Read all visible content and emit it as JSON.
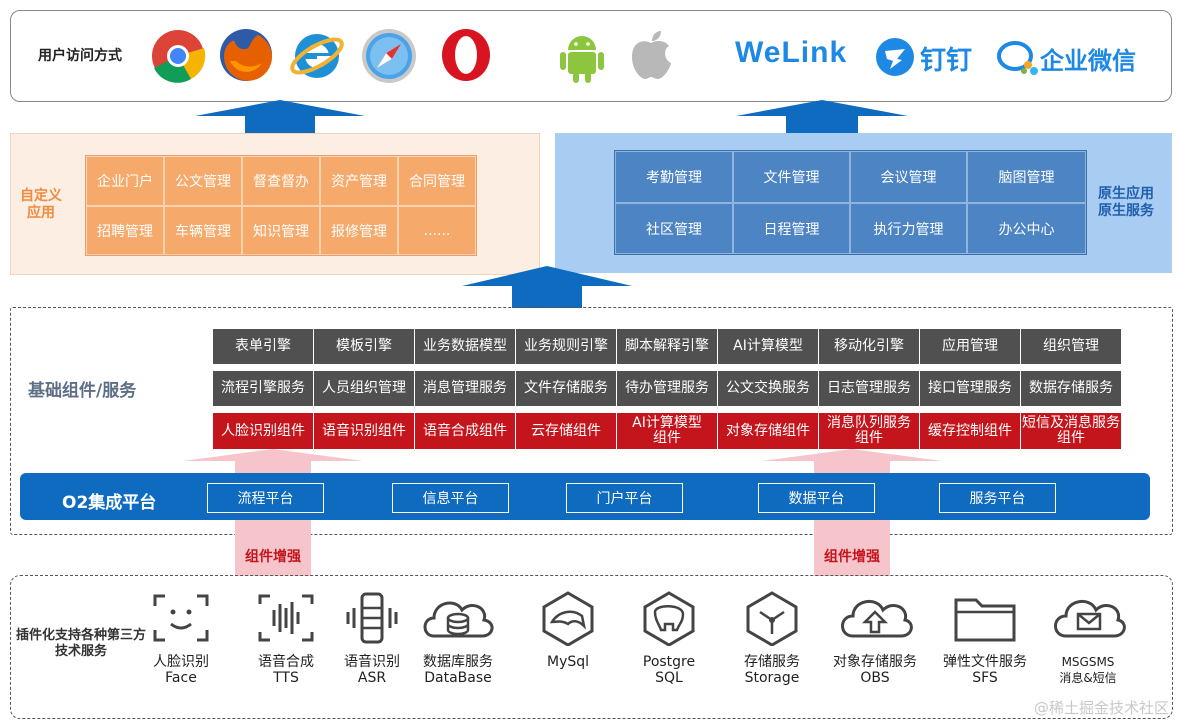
{
  "top": {
    "label": "用户访问方式",
    "browsers": [
      "chrome-icon",
      "firefox-icon",
      "ie-icon",
      "safari-icon",
      "opera-icon"
    ],
    "platforms": [
      "android-icon",
      "apple-icon"
    ],
    "apps": {
      "welink": "WeLink",
      "dingtalk": "钉钉",
      "wecom": "企业微信"
    }
  },
  "custom": {
    "label": "自定义\n应用",
    "cells": [
      "企业门户",
      "公文管理",
      "督查督办",
      "资产管理",
      "合同管理",
      "招聘管理",
      "车辆管理",
      "知识管理",
      "报修管理",
      "......"
    ]
  },
  "native": {
    "label": "原生应用\n原生服务",
    "cells": [
      "考勤管理",
      "文件管理",
      "会议管理",
      "脑图管理",
      "社区管理",
      "日程管理",
      "执行力管理",
      "办公中心"
    ]
  },
  "base": {
    "label": "基础组件/服务",
    "row1": [
      "表单引擎",
      "模板引擎",
      "业务数据模型",
      "业务规则引擎",
      "脚本解释引擎",
      "AI计算模型",
      "移动化引擎",
      "应用管理",
      "组织管理"
    ],
    "row2": [
      "流程引擎服务",
      "人员组织管理",
      "消息管理服务",
      "文件存储服务",
      "待办管理服务",
      "公文交换服务",
      "日志管理服务",
      "接口管理服务",
      "数据存储服务"
    ],
    "row3": [
      "人脸识别组件",
      "语音识别组件",
      "语音合成组件",
      "云存储组件",
      "AI计算模型\n组件",
      "对象存储组件",
      "消息队列服务\n组件",
      "缓存控制组件",
      "短信及消息服务\n组件"
    ]
  },
  "o2": {
    "title": "O2集成平台",
    "platforms": [
      "流程平台",
      "信息平台",
      "门户平台",
      "数据平台",
      "服务平台"
    ]
  },
  "enhance": {
    "label": "组件增强"
  },
  "plugins": {
    "label": "插件化支持各种第三方\n技术服务",
    "items": [
      {
        "icon": "face-scan-icon",
        "cap": "人脸识别\nFace"
      },
      {
        "icon": "voice-wave-icon",
        "cap": "语音合成\nTTS"
      },
      {
        "icon": "mic-wave-icon",
        "cap": "语音识别\nASR"
      },
      {
        "icon": "database-cloud-icon",
        "cap": "数据库服务\nDataBase"
      },
      {
        "icon": "mysql-dolphin-icon",
        "cap": "MySql"
      },
      {
        "icon": "postgres-elephant-icon",
        "cap": "Postgre\nSQL"
      },
      {
        "icon": "storage-hub-icon",
        "cap": "存储服务\nStorage"
      },
      {
        "icon": "cloud-upload-icon",
        "cap": "对象存储服务\nOBS"
      },
      {
        "icon": "folder-icon",
        "cap": "弹性文件服务\nSFS"
      },
      {
        "icon": "mail-cloud-icon",
        "cap": "MSGSMS\n消息&短信"
      }
    ]
  },
  "watermark": "@稀土掘金技术社区",
  "colors": {
    "blue": "#0e6bbf",
    "orange": "#f5a96a",
    "red": "#c4141c",
    "dark": "#505050",
    "lightblue": "#a9ccf2"
  }
}
